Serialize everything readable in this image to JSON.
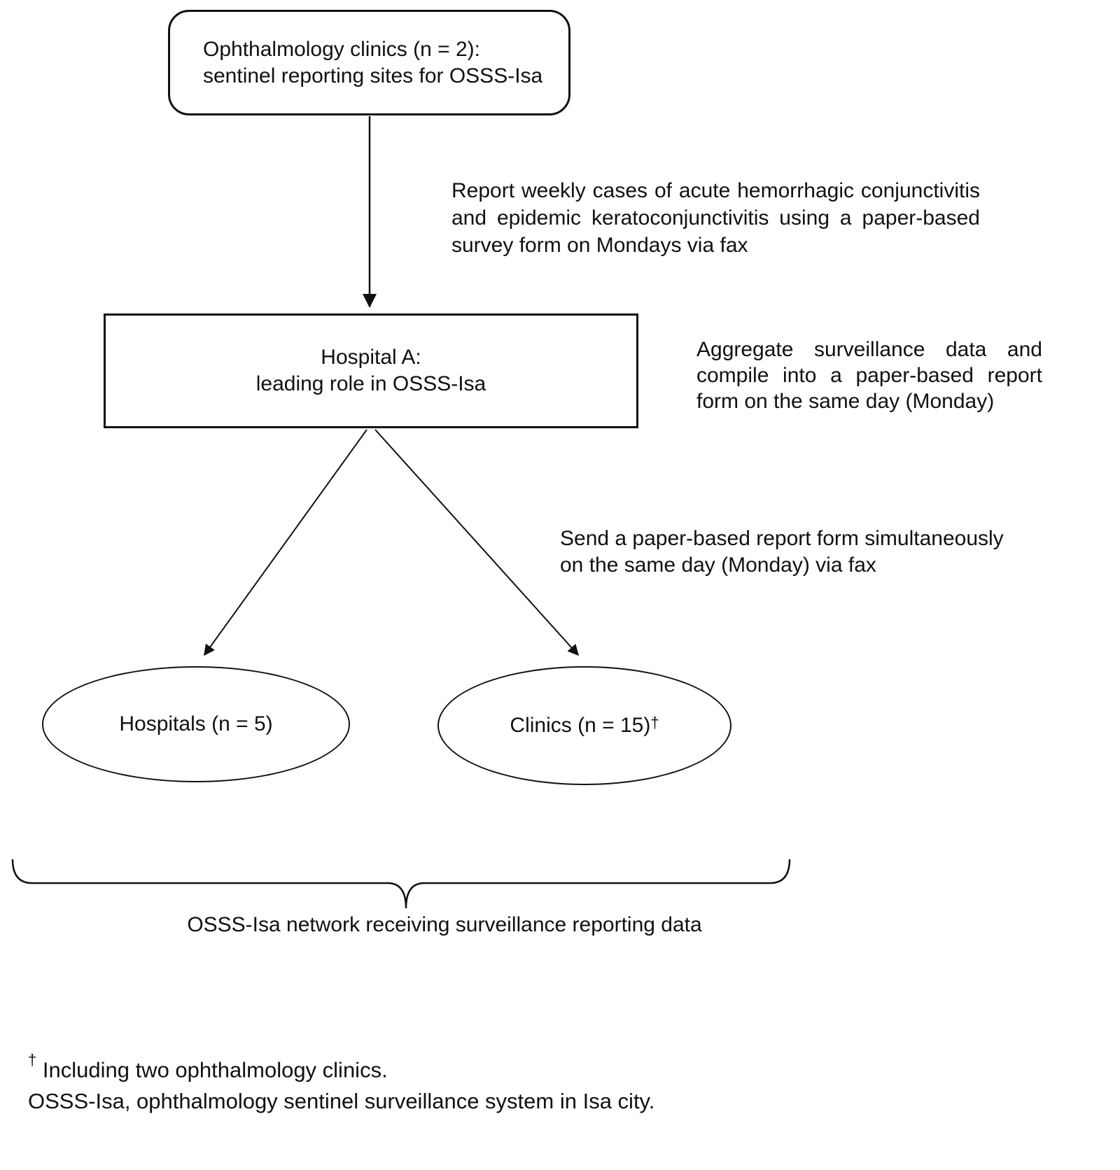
{
  "colors": {
    "stroke": "#111111",
    "background": "#ffffff",
    "text": "#111111"
  },
  "nodes": {
    "sentinel_clinics": {
      "line1": "Ophthalmology clinics (n = 2):",
      "line2": "sentinel reporting sites for OSSS-Isa"
    },
    "hospital_a": {
      "line1": "Hospital A:",
      "line2": "leading role in OSSS-Isa"
    },
    "hospitals": {
      "label": "Hospitals (n = 5)"
    },
    "clinics": {
      "label": "Clinics (n = 15)",
      "sup": "†"
    }
  },
  "annotations": {
    "report_weekly": {
      "lines": [
        "Report weekly cases of acute hemorrhagic conjunctivitis",
        "and epidemic keratoconjunctivitis using a paper-based",
        "survey form on Mondays via fax"
      ]
    },
    "aggregate": {
      "lines": [
        "Aggregate surveillance data and",
        "compile into a paper-based report",
        "form on the same day (Monday)"
      ]
    },
    "send": {
      "lines": [
        "Send a paper-based report form simultaneously",
        "on the same day (Monday) via fax"
      ]
    },
    "brace_label": "OSSS-Isa network receiving surveillance reporting data"
  },
  "footnotes": {
    "dagger": "†",
    "dagger_text": " Including two ophthalmology clinics.",
    "abbreviation": "OSSS-Isa, ophthalmology sentinel surveillance system in Isa city."
  }
}
